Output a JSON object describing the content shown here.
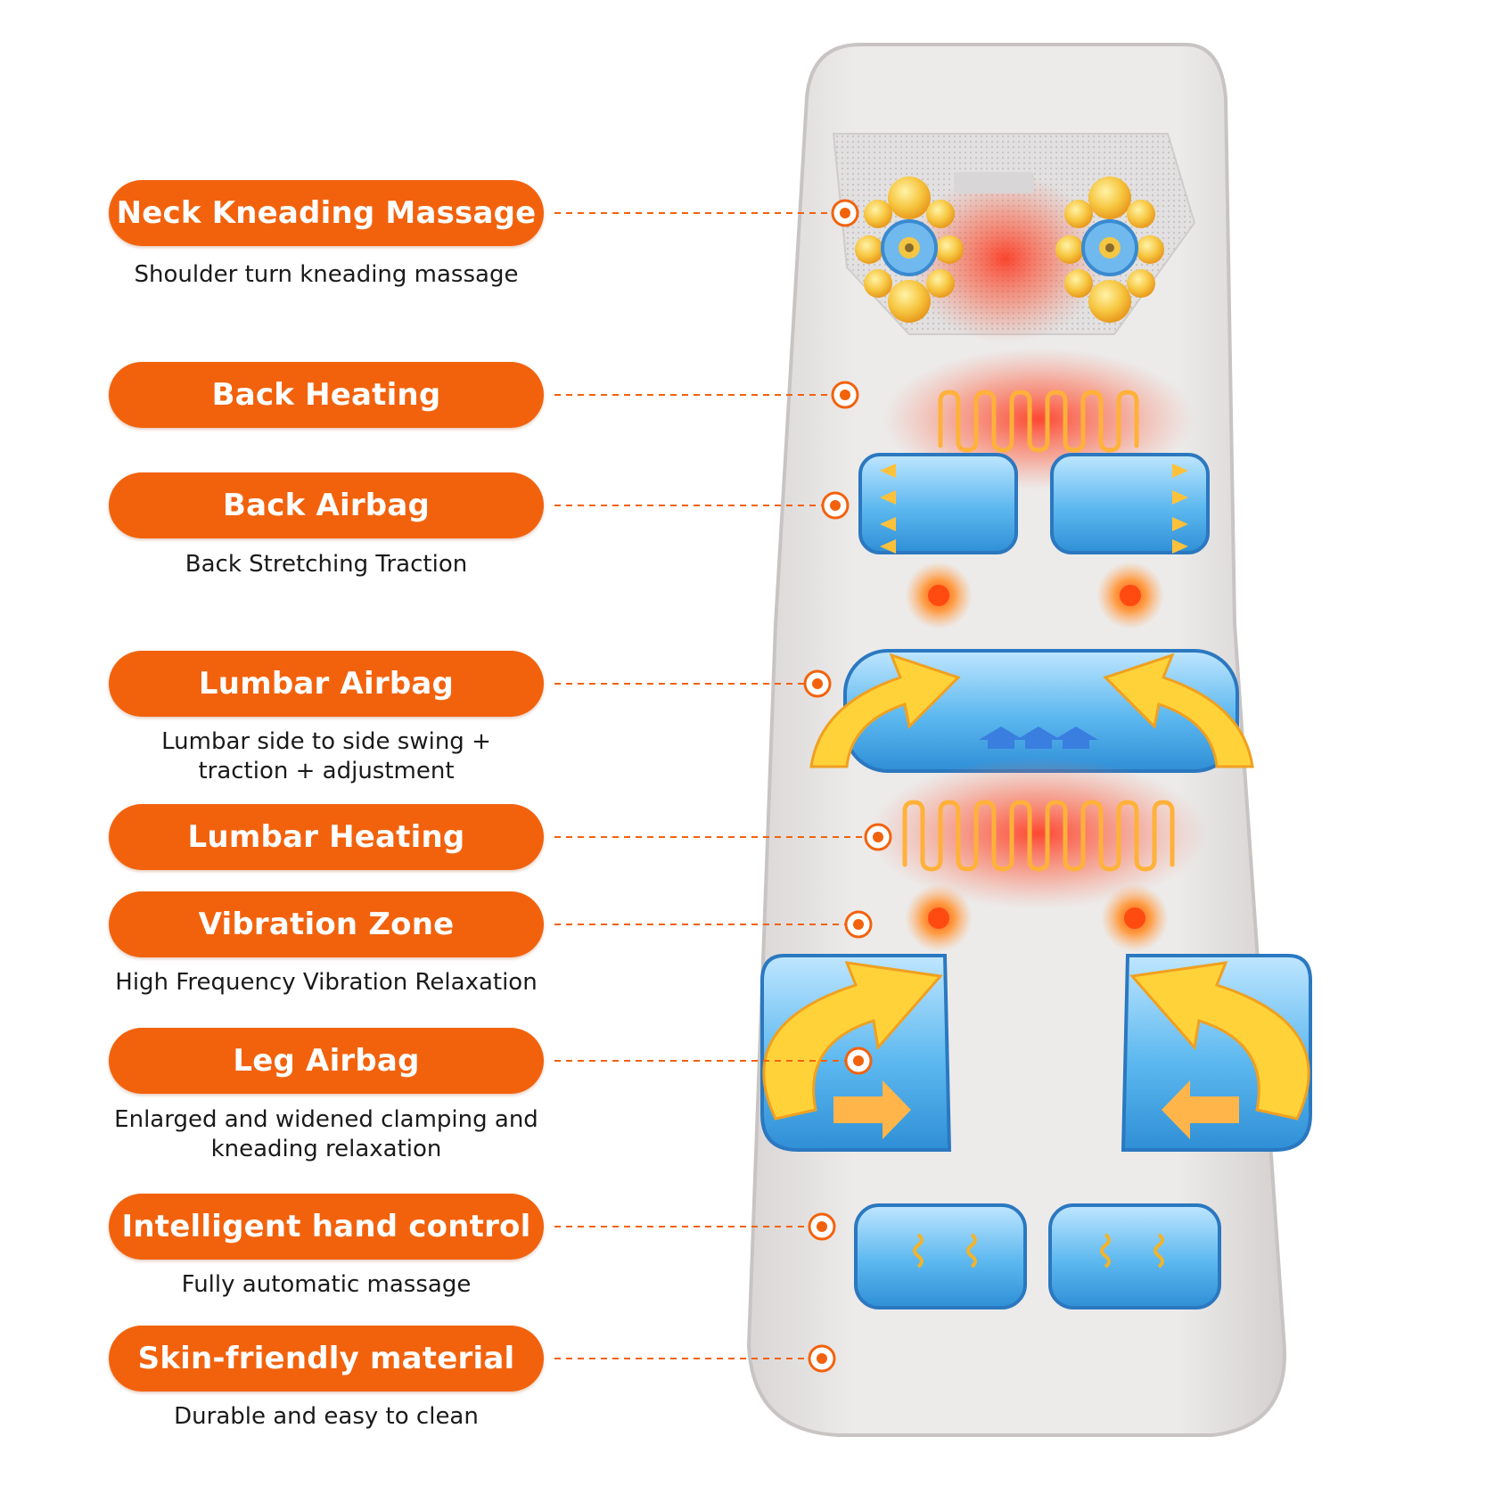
{
  "colors": {
    "accent": "#f2620d",
    "airbag": "#4aaee8",
    "heat": "#ff4a2a",
    "arrow": "#ffd23a",
    "mat": "#e9e6e5"
  },
  "features": [
    {
      "key": "neck",
      "title": "Neck Kneading Massage",
      "subtitle": "Shoulder turn kneading massage"
    },
    {
      "key": "back-heat",
      "title": "Back Heating",
      "subtitle": ""
    },
    {
      "key": "back-airbag",
      "title": "Back Airbag",
      "subtitle": "Back Stretching Traction"
    },
    {
      "key": "lumbar-airbag",
      "title": "Lumbar Airbag",
      "subtitle": "Lumbar side to side swing +\ntraction + adjustment"
    },
    {
      "key": "lumbar-heat",
      "title": "Lumbar Heating",
      "subtitle": ""
    },
    {
      "key": "vibration",
      "title": "Vibration Zone",
      "subtitle": "High Frequency Vibration Relaxation"
    },
    {
      "key": "leg-airbag",
      "title": "Leg Airbag",
      "subtitle": "Enlarged and widened clamping and\nkneading relaxation"
    },
    {
      "key": "hand-control",
      "title": "Intelligent hand control",
      "subtitle": "Fully automatic massage"
    },
    {
      "key": "material",
      "title": "Skin-friendly material",
      "subtitle": "Durable and easy to clean"
    }
  ]
}
